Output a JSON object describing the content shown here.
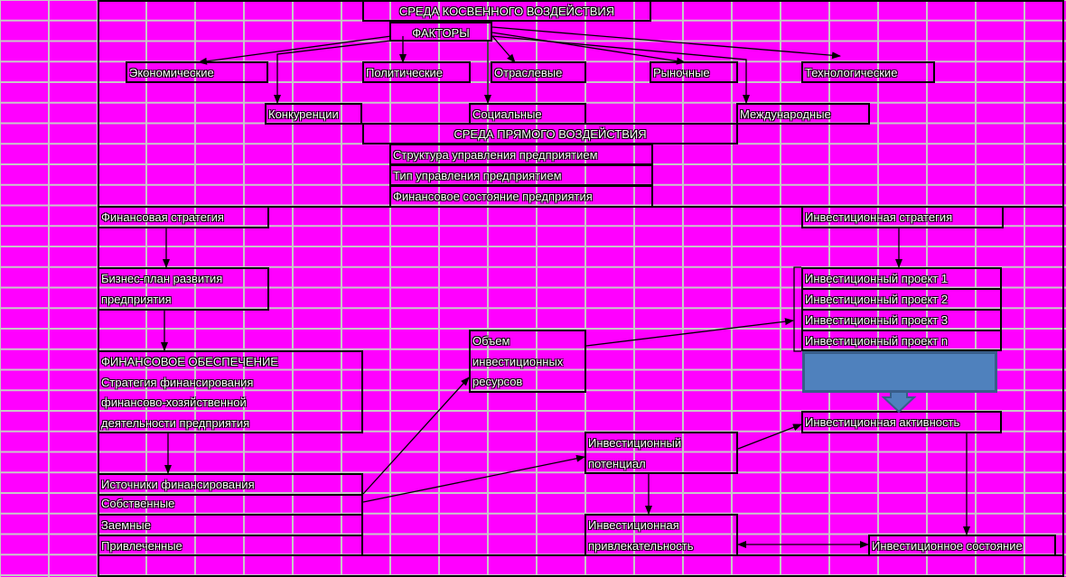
{
  "indirect": {
    "title": "СРЕДА КОСВЕННОГО ВОЗДЕЙСТВИЯ",
    "factors": "ФАКТОРЫ",
    "economic": "Экономические",
    "political": "Политические",
    "sectoral": "Отраслевые",
    "market": "Рыночные",
    "technological": "Технологические",
    "competition": "Конкуренции",
    "social": "Социальные",
    "international": "Международные"
  },
  "direct": {
    "title": "СРЕДА ПРЯМОГО ВОЗДЕЙСТВИЯ",
    "items": [
      "Структура управления предприятием",
      "Тип управления предприятием",
      "Финансовое состояние предприятия"
    ]
  },
  "left": {
    "fin_strategy": "Финансовая стратегия",
    "business_plan": [
      "Бизнес-план развития",
      "предприятия"
    ],
    "fin_support_title": "ФИНАНСОВОЕ ОБЕСПЕЧЕНИЕ",
    "fin_support_lines": [
      "Стратегия финансирования",
      "финансово-хозяйственной",
      "деятельности предприятия"
    ],
    "sources_title": "Источники финансирования",
    "sources": [
      "Собственные",
      "Заемные",
      "Привлеченные"
    ]
  },
  "middle": {
    "volume": [
      "Объем",
      "инвестиционных",
      "ресурсов"
    ],
    "potential": [
      "Инвестиционный",
      "потенциал"
    ],
    "attractiveness": [
      "Инвестиционная",
      "привлекательность"
    ]
  },
  "right": {
    "inv_strategy": "Инвестиционная стратегия",
    "projects": [
      "Инвестиционный проект 1",
      "Инвестиционный проект 2",
      "Инвестиционный проект 3",
      "Инвестиционный проект n"
    ],
    "activity": "Инвестиционная активность",
    "state": "Инвестиционное состояние"
  },
  "colors": {
    "background": "#ff00ff",
    "grid": "#c8c8c8",
    "accent_box": "#4f81bd",
    "text": "#ffffff",
    "border": "#000000"
  }
}
